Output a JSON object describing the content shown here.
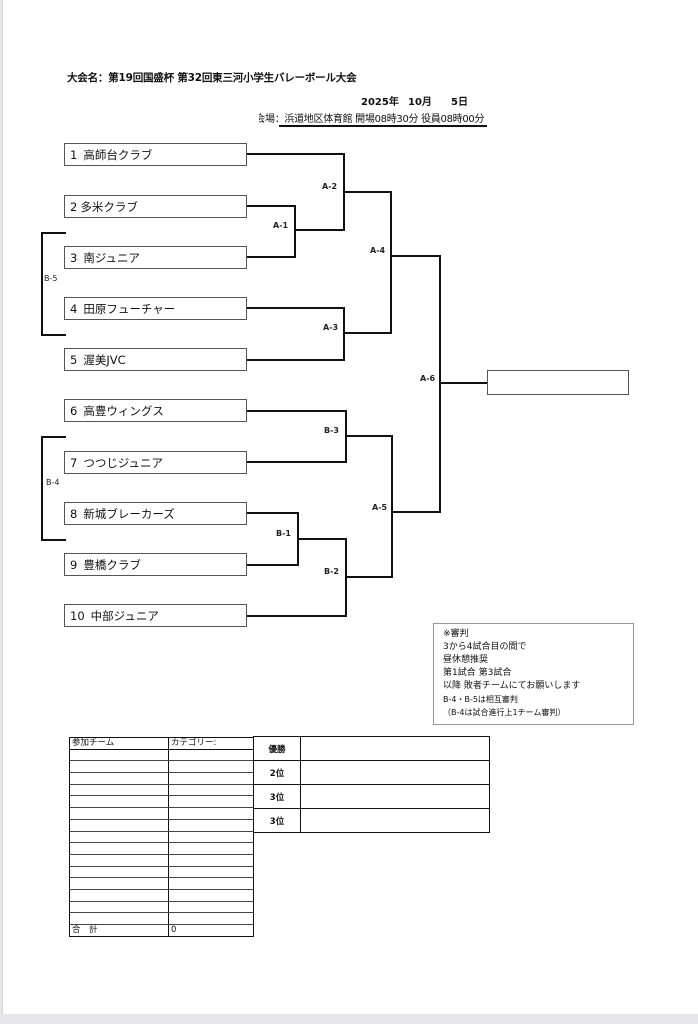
{
  "header": {
    "title": "大会名：第19回国盛杯 第32回東三河小学生バレーボール大会",
    "date_year": "2025年",
    "date_month": "10月",
    "date_day": "5日",
    "venue_clipped_prefix": "会",
    "venue": "場：浜道地区体育館  開場08時30分  役員08時00分"
  },
  "bracket": {
    "teams": [
      {
        "seed": "1",
        "name": "高師台クラブ"
      },
      {
        "seed": "2",
        "name": "多米クラブ"
      },
      {
        "seed": "3",
        "name": "南ジュニア"
      },
      {
        "seed": "4",
        "name": "田原フューチャー"
      },
      {
        "seed": "5",
        "name": "渥美JVC"
      },
      {
        "seed": "6",
        "name": "高豊ウィングス"
      },
      {
        "seed": "7",
        "name": "つつじジュニア"
      },
      {
        "seed": "8",
        "name": "新城ブレーカーズ"
      },
      {
        "seed": "9",
        "name": "豊橋クラブ"
      },
      {
        "seed": "10",
        "name": "中部ジュニア"
      }
    ],
    "matches": {
      "a1": "A-1",
      "a2": "A-2",
      "a3": "A-3",
      "a4": "A-4",
      "a5": "A-5",
      "a6": "A-6",
      "b1": "B-1",
      "b2": "B-2",
      "b3": "B-3",
      "b4": "B-4",
      "b5": "B-5"
    },
    "champion": ""
  },
  "notes": {
    "lines": [
      "※審判",
      "3から4試合目の間で",
      "昼休憩推奨",
      "第1試合  第3試合",
      "以降  敗者チームにてお願いします",
      "B-4・B-5は相互審判",
      "（B-4は試合進行上1チーム審判）"
    ]
  },
  "participants_table": {
    "headers": [
      "参加チーム",
      "カテゴリー:"
    ],
    "rows": [
      "",
      "",
      "",
      "",
      "",
      "",
      "",
      "",
      "",
      "",
      "",
      "",
      "",
      "",
      ""
    ],
    "total_label": "合　計",
    "total_value": "0"
  },
  "results_table": {
    "rows": [
      {
        "label": "優勝",
        "value": ""
      },
      {
        "label": "2位",
        "value": ""
      },
      {
        "label": "3位",
        "value": ""
      },
      {
        "label": "3位",
        "value": ""
      }
    ]
  }
}
